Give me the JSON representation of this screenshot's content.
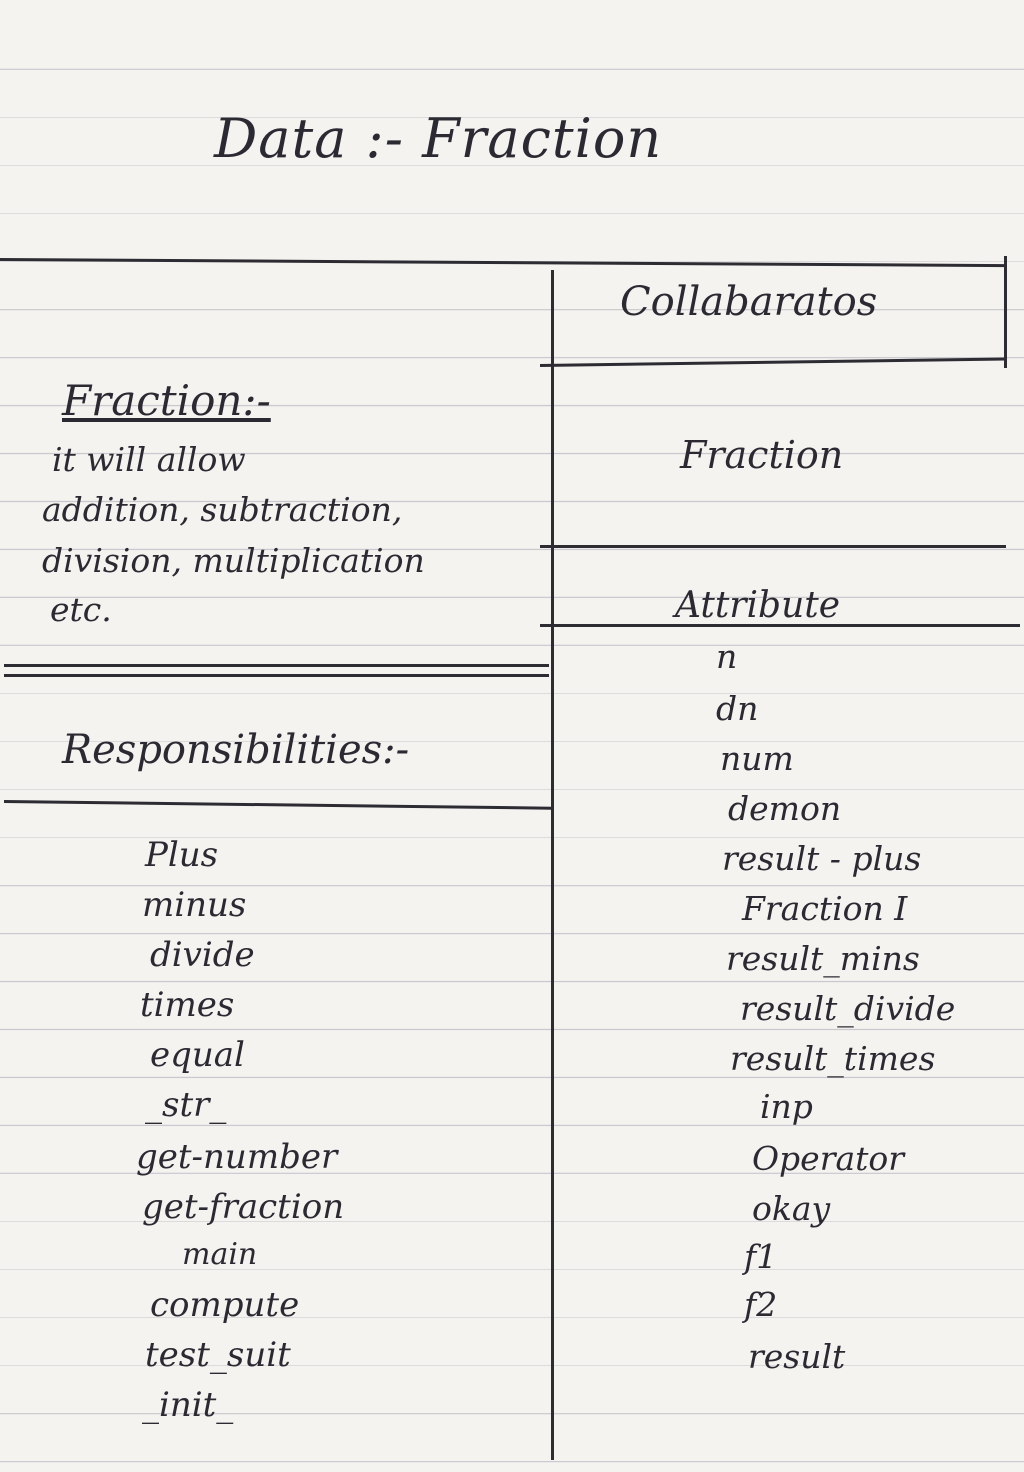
{
  "title": "Data :- Fraction",
  "class_card": {
    "class_heading": "Fraction:-",
    "description_lines": [
      "it will allow",
      "addition, subtraction,",
      "division, multiplication",
      "etc."
    ],
    "responsibilities_heading": "Responsibilities:-",
    "responsibilities": [
      "Plus",
      "minus",
      "divide",
      "times",
      "equal",
      "_str_",
      "get-number",
      "get-fraction",
      "main",
      "compute",
      "test_suit",
      "_init_"
    ],
    "collaborators_heading": "Collabaratos",
    "collaborators": [
      "Fraction"
    ],
    "attributes_heading": "Attribute",
    "attributes": [
      "n",
      "dn",
      "num",
      "demon",
      "result - plus",
      "Fraction I",
      "result_mins",
      "result_divide",
      "result_times",
      "inp",
      "Operator",
      "okay",
      "f1",
      "f2",
      "result"
    ]
  }
}
